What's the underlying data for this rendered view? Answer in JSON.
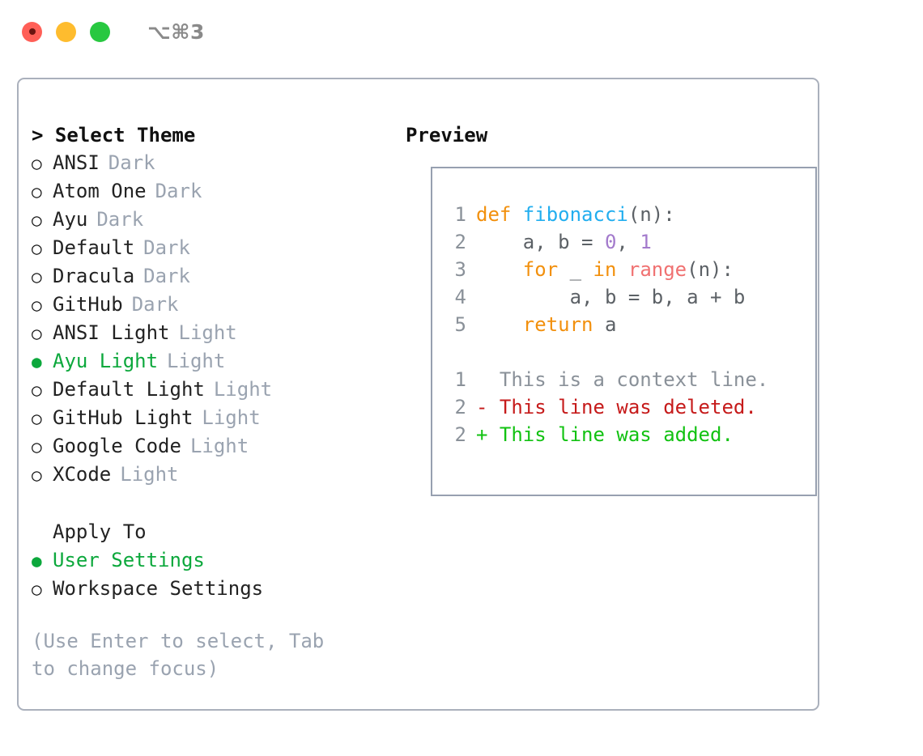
{
  "titlebar": {
    "lights": [
      {
        "name": "close",
        "color": "#ff5f57"
      },
      {
        "name": "minimize",
        "color": "#febc2e"
      },
      {
        "name": "maximize",
        "color": "#28c840"
      }
    ],
    "shortcut": "⌥⌘3"
  },
  "theme_section": {
    "heading": "> Select Theme",
    "items": [
      {
        "marker": "○",
        "label": "ANSI",
        "category": "Dark",
        "selected": false
      },
      {
        "marker": "○",
        "label": "Atom One",
        "category": "Dark",
        "selected": false
      },
      {
        "marker": "○",
        "label": "Ayu",
        "category": "Dark",
        "selected": false
      },
      {
        "marker": "○",
        "label": "Default",
        "category": "Dark",
        "selected": false
      },
      {
        "marker": "○",
        "label": "Dracula",
        "category": "Dark",
        "selected": false
      },
      {
        "marker": "○",
        "label": "GitHub",
        "category": "Dark",
        "selected": false
      },
      {
        "marker": "○",
        "label": "ANSI Light",
        "category": "Light",
        "selected": false
      },
      {
        "marker": "●",
        "label": "Ayu Light",
        "category": "Light",
        "selected": true
      },
      {
        "marker": "○",
        "label": "Default Light",
        "category": "Light",
        "selected": false
      },
      {
        "marker": "○",
        "label": "GitHub Light",
        "category": "Light",
        "selected": false
      },
      {
        "marker": "○",
        "label": "Google Code",
        "category": "Light",
        "selected": false
      },
      {
        "marker": "○",
        "label": "XCode",
        "category": "Light",
        "selected": false
      }
    ]
  },
  "apply_section": {
    "heading": "Apply To",
    "items": [
      {
        "marker": "●",
        "label": "User Settings",
        "selected": true
      },
      {
        "marker": "○",
        "label": "Workspace Settings",
        "selected": false
      }
    ]
  },
  "hint": "(Use Enter to select, Tab to change focus)",
  "preview": {
    "heading": "Preview",
    "code_lines": [
      {
        "num": "1",
        "tokens": [
          {
            "text": "def ",
            "style": "t-kw"
          },
          {
            "text": "fibonacci",
            "style": "t-fn"
          },
          {
            "text": "(n):",
            "style": "t-txt"
          }
        ]
      },
      {
        "num": "2",
        "tokens": [
          {
            "text": "    a, b = ",
            "style": "t-txt"
          },
          {
            "text": "0",
            "style": "t-num"
          },
          {
            "text": ", ",
            "style": "t-txt"
          },
          {
            "text": "1",
            "style": "t-num"
          }
        ]
      },
      {
        "num": "3",
        "tokens": [
          {
            "text": "    ",
            "style": "t-txt"
          },
          {
            "text": "for",
            "style": "t-kw"
          },
          {
            "text": " _ ",
            "style": "t-txt"
          },
          {
            "text": "in",
            "style": "t-kw"
          },
          {
            "text": " ",
            "style": "t-txt"
          },
          {
            "text": "range",
            "style": "t-bi"
          },
          {
            "text": "(n):",
            "style": "t-txt"
          }
        ]
      },
      {
        "num": "4",
        "tokens": [
          {
            "text": "        a, b = b, a + b",
            "style": "t-txt"
          }
        ]
      },
      {
        "num": "5",
        "tokens": [
          {
            "text": "    ",
            "style": "t-txt"
          },
          {
            "text": "return",
            "style": "t-kw"
          },
          {
            "text": " a",
            "style": "t-txt"
          }
        ]
      }
    ],
    "diff_lines": [
      {
        "num": "1",
        "sign": " ",
        "text": " This is a context line.",
        "style": "t-ctx"
      },
      {
        "num": "2",
        "sign": "-",
        "text": " This line was deleted.",
        "style": "t-del"
      },
      {
        "num": "2",
        "sign": "+",
        "text": " This line was added.",
        "style": "t-add"
      }
    ]
  },
  "colors": {
    "accent_green": "#0ca83c",
    "keyword_orange": "#f2900d",
    "function_blue": "#22aeef",
    "number_purple": "#a37acc",
    "builtin_salmon": "#f07171",
    "diff_deleted": "#c61b1b",
    "diff_added": "#12c212",
    "muted_gray": "#9aa3b0",
    "panel_border": "#aab0bc"
  }
}
